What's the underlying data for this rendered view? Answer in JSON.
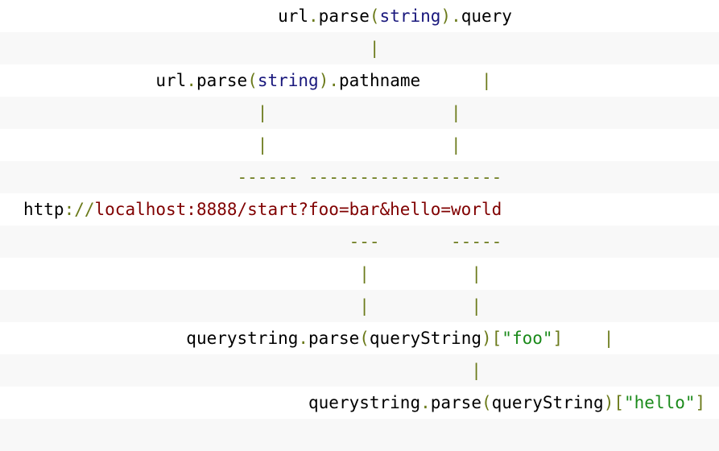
{
  "lines": [
    {
      "tokens": [
        {
          "t": "                         ",
          "c": "plain"
        },
        {
          "t": "url",
          "c": "plain"
        },
        {
          "t": ".",
          "c": "punct"
        },
        {
          "t": "parse",
          "c": "plain"
        },
        {
          "t": "(",
          "c": "punct"
        },
        {
          "t": "string",
          "c": "type"
        },
        {
          "t": ")",
          "c": "punct"
        },
        {
          "t": ".",
          "c": "punct"
        },
        {
          "t": "query",
          "c": "plain"
        }
      ]
    },
    {
      "tokens": [
        {
          "t": "                                 ",
          "c": "plain"
        },
        {
          "t": " ",
          "c": "plain"
        },
        {
          "t": "|",
          "c": "punct"
        }
      ]
    },
    {
      "tokens": [
        {
          "t": "             ",
          "c": "plain"
        },
        {
          "t": "url",
          "c": "plain"
        },
        {
          "t": ".",
          "c": "punct"
        },
        {
          "t": "parse",
          "c": "plain"
        },
        {
          "t": "(",
          "c": "punct"
        },
        {
          "t": "string",
          "c": "type"
        },
        {
          "t": ")",
          "c": "punct"
        },
        {
          "t": ".",
          "c": "punct"
        },
        {
          "t": "pathname",
          "c": "plain"
        },
        {
          "t": "      ",
          "c": "plain"
        },
        {
          "t": "|",
          "c": "punct"
        }
      ]
    },
    {
      "tokens": [
        {
          "t": "                       ",
          "c": "plain"
        },
        {
          "t": "|",
          "c": "punct"
        },
        {
          "t": "                  ",
          "c": "plain"
        },
        {
          "t": "|",
          "c": "punct"
        }
      ]
    },
    {
      "tokens": [
        {
          "t": "                       ",
          "c": "plain"
        },
        {
          "t": "|",
          "c": "punct"
        },
        {
          "t": "                  ",
          "c": "plain"
        },
        {
          "t": "|",
          "c": "punct"
        }
      ]
    },
    {
      "tokens": [
        {
          "t": "                     ",
          "c": "plain"
        },
        {
          "t": "------",
          "c": "punct"
        },
        {
          "t": " ",
          "c": "plain"
        },
        {
          "t": "-------------------",
          "c": "punct"
        }
      ]
    },
    {
      "tokens": [
        {
          "t": "http",
          "c": "plain"
        },
        {
          "t": "://",
          "c": "punct"
        },
        {
          "t": "localhost:8888/start?foo=bar&hello=world",
          "c": "url"
        }
      ]
    },
    {
      "tokens": [
        {
          "t": "                                ",
          "c": "plain"
        },
        {
          "t": "---",
          "c": "punct"
        },
        {
          "t": "       ",
          "c": "plain"
        },
        {
          "t": "-----",
          "c": "punct"
        }
      ]
    },
    {
      "tokens": [
        {
          "t": "                                 ",
          "c": "plain"
        },
        {
          "t": "|",
          "c": "punct"
        },
        {
          "t": "          ",
          "c": "plain"
        },
        {
          "t": "|",
          "c": "punct"
        }
      ]
    },
    {
      "tokens": [
        {
          "t": "                                 ",
          "c": "plain"
        },
        {
          "t": "|",
          "c": "punct"
        },
        {
          "t": "          ",
          "c": "plain"
        },
        {
          "t": "|",
          "c": "punct"
        }
      ]
    },
    {
      "tokens": [
        {
          "t": "                ",
          "c": "plain"
        },
        {
          "t": "querystring",
          "c": "plain"
        },
        {
          "t": ".",
          "c": "punct"
        },
        {
          "t": "parse",
          "c": "plain"
        },
        {
          "t": "(",
          "c": "punct"
        },
        {
          "t": "queryString",
          "c": "plain"
        },
        {
          "t": ")",
          "c": "punct"
        },
        {
          "t": "[",
          "c": "punct"
        },
        {
          "t": "\"foo\"",
          "c": "str"
        },
        {
          "t": "]",
          "c": "punct"
        },
        {
          "t": "    ",
          "c": "plain"
        },
        {
          "t": "|",
          "c": "punct"
        }
      ]
    },
    {
      "tokens": [
        {
          "t": "                                            ",
          "c": "plain"
        },
        {
          "t": "|",
          "c": "punct"
        }
      ]
    },
    {
      "tokens": [
        {
          "t": "                            ",
          "c": "plain"
        },
        {
          "t": "querystring",
          "c": "plain"
        },
        {
          "t": ".",
          "c": "punct"
        },
        {
          "t": "parse",
          "c": "plain"
        },
        {
          "t": "(",
          "c": "punct"
        },
        {
          "t": "queryString",
          "c": "plain"
        },
        {
          "t": ")",
          "c": "punct"
        },
        {
          "t": "[",
          "c": "punct"
        },
        {
          "t": "\"hello\"",
          "c": "str"
        },
        {
          "t": "]",
          "c": "punct"
        }
      ]
    },
    {
      "tokens": [
        {
          "t": "",
          "c": "plain"
        }
      ]
    }
  ]
}
